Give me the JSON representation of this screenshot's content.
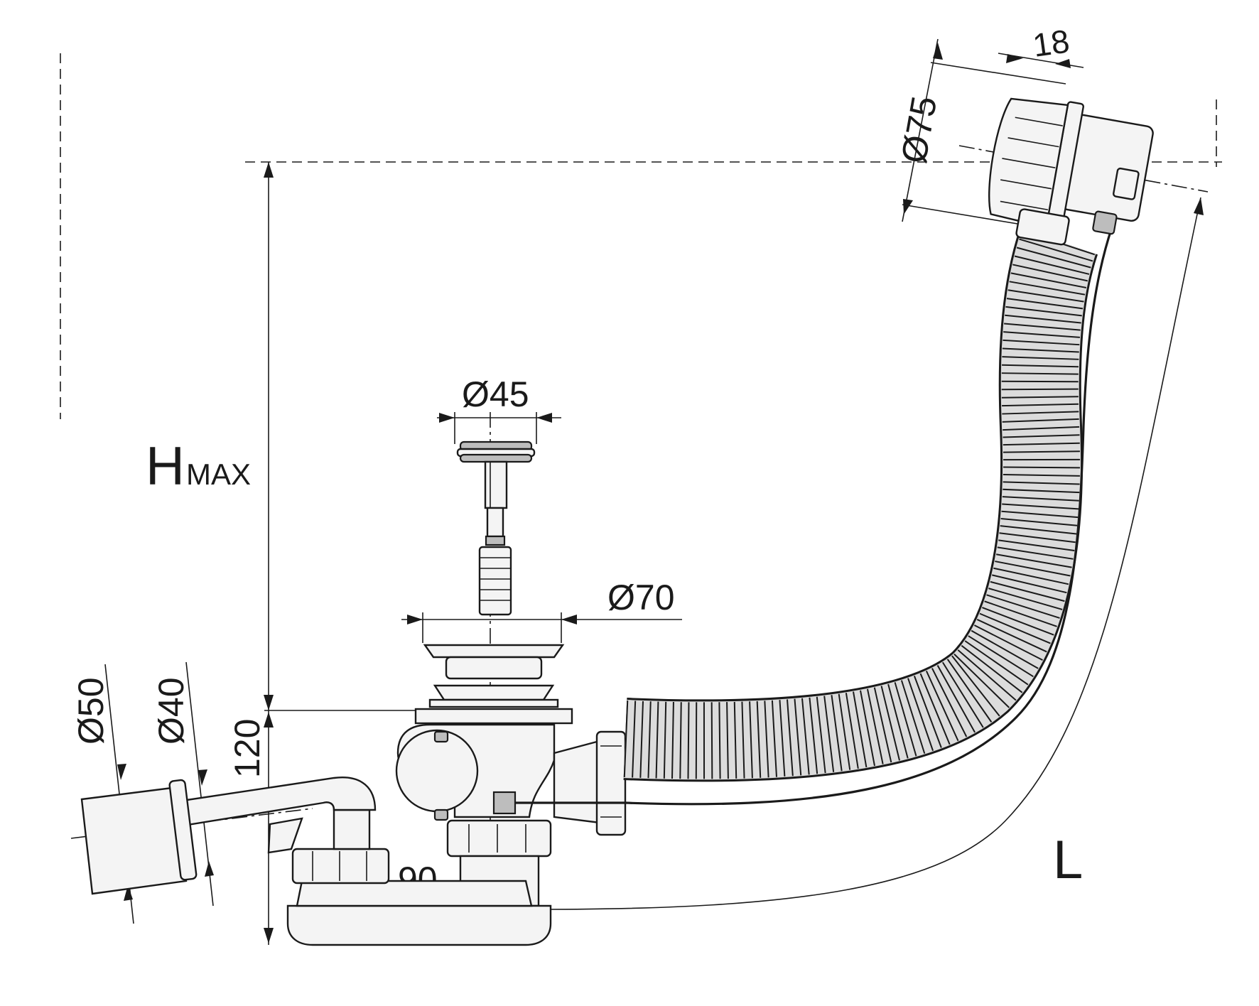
{
  "labels": {
    "hmax_main": "H",
    "hmax_sub": "MAX",
    "length": "L",
    "d50": "Ø50",
    "d40": "Ø40",
    "h120": "120",
    "w90": "90",
    "d45": "Ø45",
    "d70": "Ø70",
    "d75": "Ø75",
    "w18": "18"
  },
  "colors": {
    "line": "#1a1a1a",
    "part_fill": "#f4f4f4",
    "hose_fill": "#dcdcdc",
    "background": "#ffffff"
  }
}
